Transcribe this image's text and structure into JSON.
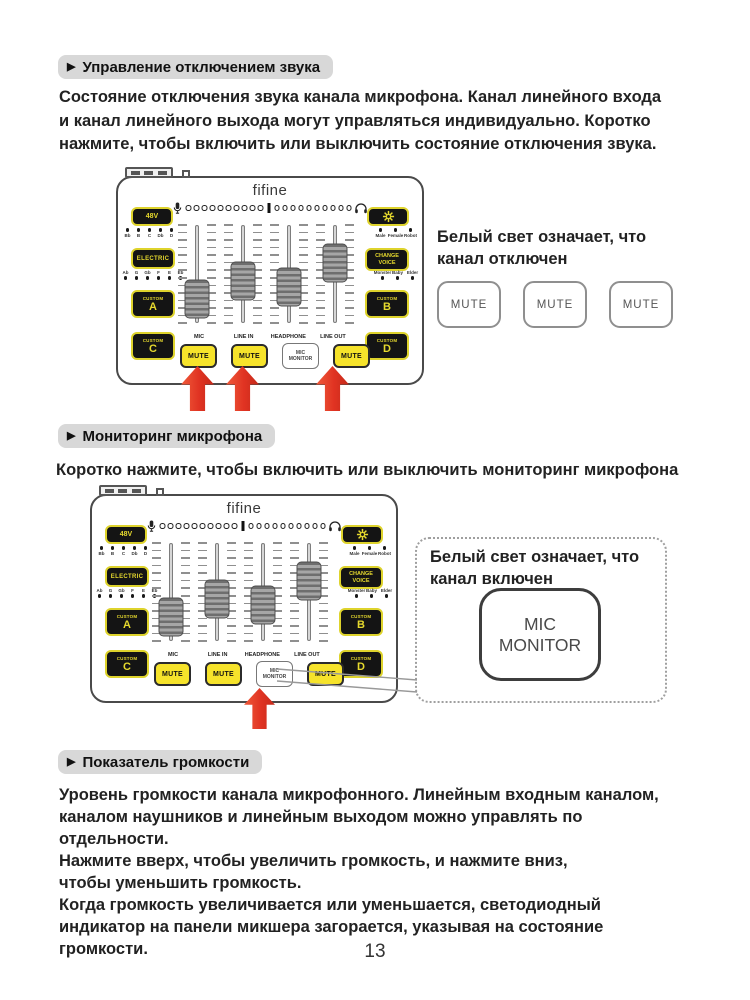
{
  "page": {
    "number": "13"
  },
  "ui": {
    "bullet": "▶"
  },
  "colors": {
    "accent_yellow": "#f6e32b",
    "arrow_red": "#e03322",
    "header_bg": "#d8d8d8",
    "button_black": "#141414"
  },
  "sections": {
    "mute": {
      "header": "Управление отключением звука",
      "body": "Состояние отключения звука канала микрофона. Канал линейного входа\nи канал линейного выхода могут управляться индивидуально. Коротко\nнажмите, чтобы включить или выключить состояние отключения звука.",
      "note": "Белый свет означает, что\nканал отключен",
      "mute_buttons": [
        "MUTE",
        "MUTE",
        "MUTE"
      ]
    },
    "monitor": {
      "header": "Мониторинг микрофона",
      "body": "Коротко нажмите, чтобы включить или выключить мониторинг микрофона",
      "note": "Белый свет означает, что\nканал включен",
      "big_button_line1": "MIC",
      "big_button_line2": "MONITOR"
    },
    "volume": {
      "header": "Показатель громкости",
      "body": "Уровень громкости канала микрофонного. Линейным входным каналом,\nканалом наушников и линейным выходом можно управлять по\nотдельности.\nНажмите вверх, чтобы увеличить громкость, и нажмите вниз,\nчтобы уменьшить громкость.\nКогда громкость увеличивается или уменьшается, светодиодный\nиндикатор на панели микшера загорается, указывая на состояние\nгромкости."
    }
  },
  "mixer": {
    "brand": "fifine",
    "btn_48v": "48V",
    "btn_electric": "ELECTRIC",
    "btn_change_voice": "CHANGE\nVOICE",
    "custom_small": "CUSTOM",
    "custom_a": "A",
    "custom_b": "B",
    "custom_c": "C",
    "custom_d": "D",
    "notes_top": [
      "Bb",
      "B",
      "C",
      "Db",
      "D"
    ],
    "notes_bottom": [
      "Ab",
      "G",
      "Gb",
      "F",
      "E",
      "Eb"
    ],
    "voices_top": [
      "Male",
      "Female",
      "Robot"
    ],
    "voices_bottom": [
      "Monster",
      "Baby",
      "Elder"
    ],
    "channel_labels": [
      "MIC",
      "LINE IN",
      "HEADPHONE",
      "LINE OUT"
    ],
    "mute_label": "MUTE",
    "monitor_line1": "MIC",
    "monitor_line2": "MONITOR",
    "fader_positions_pct": [
      75,
      57,
      63,
      39
    ],
    "led_per_side": 10
  }
}
